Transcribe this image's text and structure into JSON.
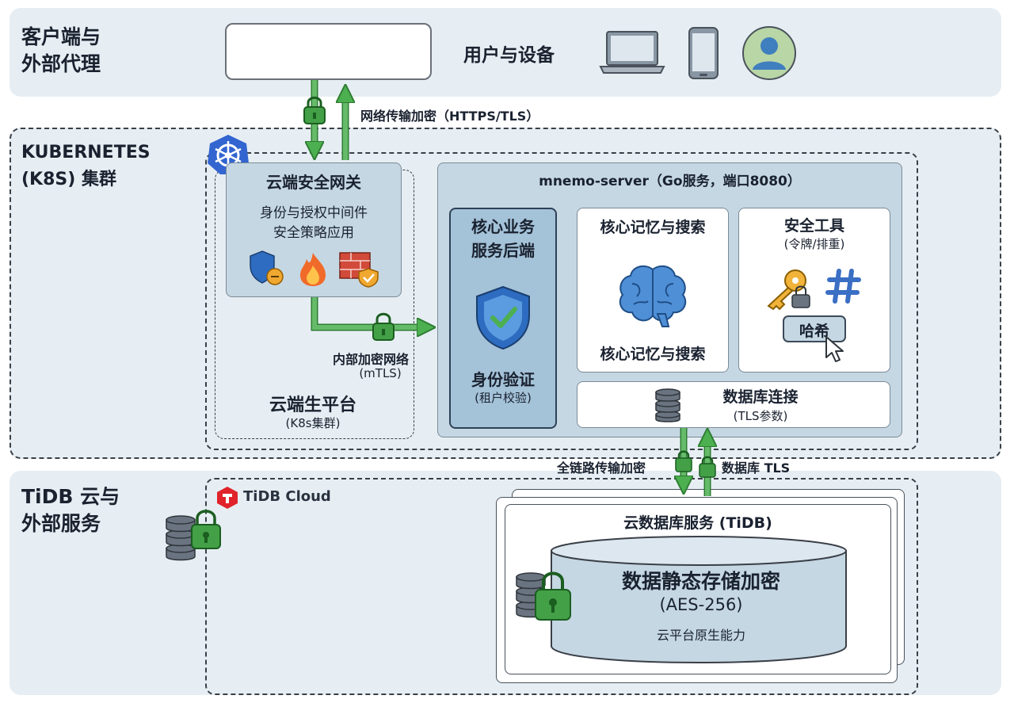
{
  "client": {
    "title": "客户端与\n外部代理",
    "devices_label": "用户与设备"
  },
  "k8s": {
    "title": "KUBERNETES\n(K8S) 集群"
  },
  "tidb": {
    "title": "TiDB 云与\n外部服务",
    "cloud_logo_text": "TiDB Cloud"
  },
  "links": {
    "net_encrypt": "网络传输加密（HTTPS/TLS）",
    "internal_net": "内部加密网络",
    "internal_net_sub": "(mTLS)",
    "full_chain": "全链路传输加密",
    "db_tls": "数据库 TLS"
  },
  "gateway": {
    "title": "云端安全网关",
    "line1": "身份与授权中间件",
    "line2": "安全策略应用"
  },
  "platform": {
    "title": "云端生平台",
    "sub": "(K8s集群)"
  },
  "server": {
    "title": "mnemo-server（Go服务，端口8080）",
    "core_business": {
      "title_line1": "核心业务",
      "title_line2": "服务后端",
      "caption": "身份验证",
      "caption_sub": "(租户校验)"
    },
    "memory": {
      "title": "核心记忆与搜索",
      "caption": "核心记忆与搜索"
    },
    "security_tools": {
      "title": "安全工具",
      "sub": "(令牌/排重)",
      "hash_label": "哈希"
    },
    "db_conn": {
      "title": "数据库连接",
      "sub": "(TLS参数)"
    }
  },
  "db_service": {
    "title": "云数据库服务 (TiDB)",
    "cyl_title": "数据静态存储加密",
    "cyl_sub": "(AES-256)",
    "cyl_caption": "云平台原生能力"
  },
  "colors": {
    "arrow_green": "#4caf50",
    "lock_green": "#43a047",
    "panel_blue": "#c5d7e3",
    "band_bg": "#e6eef3"
  }
}
